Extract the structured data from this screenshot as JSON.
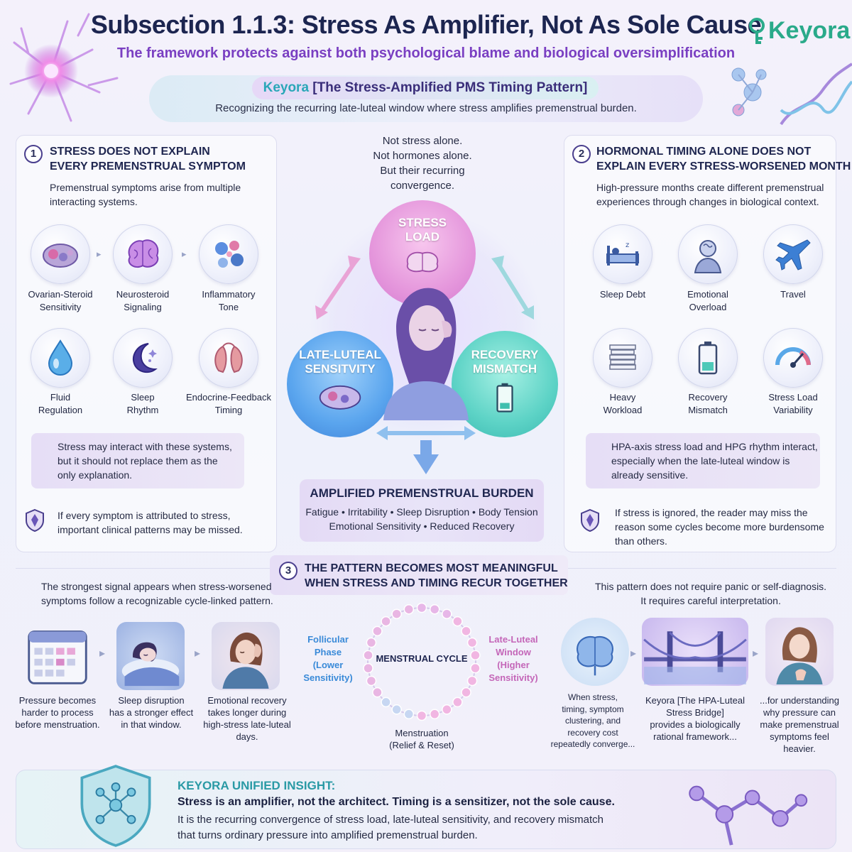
{
  "header": {
    "title": "Subsection 1.1.3: Stress As Amplifier, Not As Sole Cause",
    "subtitle": "The framework protects against both psychological blame and biological oversimplification",
    "logo_text": "Keyora",
    "pattern_keyword": "Keyora",
    "pattern_title": "[The Stress-Amplified PMS Timing Pattern]",
    "pattern_desc": "Recognizing the recurring late-luteal window where stress amplifies premenstrual burden."
  },
  "section1": {
    "num": "1",
    "title_line1": "STRESS DOES NOT EXPLAIN",
    "title_line2": "EVERY PREMENSTRUAL SYMPTOM",
    "intro_line1": "Premenstrual symptoms arise from multiple",
    "intro_line2": "interacting systems.",
    "items": [
      {
        "line1": "Ovarian-Steroid",
        "line2": "Sensitivity",
        "icon": "ovary-icon"
      },
      {
        "line1": "Neurosteroid",
        "line2": "Signaling",
        "icon": "brain-icon"
      },
      {
        "line1": "Inflammatory",
        "line2": "Tone",
        "icon": "cells-icon"
      },
      {
        "line1": "Fluid",
        "line2": "Regulation",
        "icon": "droplet-icon"
      },
      {
        "line1": "Sleep",
        "line2": "Rhythm",
        "icon": "moon-icon"
      },
      {
        "line1": "Endocrine-Feedback",
        "line2": "Timing",
        "icon": "glands-icon"
      }
    ],
    "note_line1": "Stress may interact with these systems,",
    "note_line2": "but it should not replace them as the",
    "note_line3": "only explanation.",
    "warn_line1": "If every symptom is attributed to stress,",
    "warn_line2": "important clinical patterns may be missed."
  },
  "section2": {
    "num": "2",
    "title_line1": "HORMONAL TIMING ALONE DOES NOT",
    "title_line2": "EXPLAIN EVERY STRESS-WORSENED MONTH",
    "intro_line1": "High-pressure months create different premenstrual",
    "intro_line2": "experiences through changes in biological context.",
    "items": [
      {
        "line1": "Sleep Debt",
        "line2": "",
        "icon": "bed-icon"
      },
      {
        "line1": "Emotional",
        "line2": "Overload",
        "icon": "person-overload-icon"
      },
      {
        "line1": "Travel",
        "line2": "",
        "icon": "airplane-icon"
      },
      {
        "line1": "Heavy",
        "line2": "Workload",
        "icon": "paper-stack-icon"
      },
      {
        "line1": "Recovery",
        "line2": "Mismatch",
        "icon": "battery-icon"
      },
      {
        "line1": "Stress Load",
        "line2": "Variability",
        "icon": "gauge-icon"
      }
    ],
    "note_line1": "HPA-axis stress load and HPG rhythm interact,",
    "note_line2": "especially when the late-luteal window is",
    "note_line3": "already sensitive.",
    "warn_line1": "If stress is ignored, the reader may miss the",
    "warn_line2": "reason some cycles become more burdensome",
    "warn_line3": "than others."
  },
  "center": {
    "quote_line1": "Not stress alone.",
    "quote_line2": "Not hormones alone.",
    "quote_line3": "But their recurring",
    "quote_line4": "convergence.",
    "stress_line1": "STRESS",
    "stress_line2": "LOAD",
    "late_line1": "LATE-LUTEAL",
    "late_line2": "SENSITVITY",
    "rec_line1": "RECOVERY",
    "rec_line2": "MISMATCH",
    "burden_title": "AMPLIFIED PREMENSTRUAL BURDEN",
    "burden_items1": "Fatigue • Irritability • Sleep Disruption • Body Tension",
    "burden_items2": "Emotional Sensitivity • Reduced Recovery"
  },
  "section3": {
    "num": "3",
    "title_line1": "THE PATTERN BECOMES MOST MEANINGFUL",
    "title_line2": "WHEN STRESS AND TIMING RECUR TOGETHER",
    "left_intro_line1": "The strongest signal appears when stress-worsened",
    "left_intro_line2": "symptoms follow a recognizable cycle-linked pattern.",
    "right_intro_line1": "This pattern does not require panic or self-diagnosis.",
    "right_intro_line2": "It requires careful interpretation.",
    "left_steps": [
      {
        "lines": [
          "Pressure becomes",
          "harder to process",
          "before menstruation."
        ],
        "icon": "calendar-icon"
      },
      {
        "lines": [
          "Sleep disruption",
          "has a stronger effect",
          "in that window."
        ],
        "icon": "sleeping-woman-icon"
      },
      {
        "lines": [
          "Emotional recovery",
          "takes longer during",
          "high-stress late-luteal",
          "days."
        ],
        "icon": "stressed-woman-icon"
      }
    ],
    "cycle": {
      "center_label": "MENSTRUAL CYCLE",
      "follicular": [
        "Follicular",
        "Phase",
        "(Lower",
        "Sensitivity)"
      ],
      "luteal": [
        "Late-Luteal",
        "Window",
        "(Higher",
        "Sensitivity)"
      ],
      "menstruation_line1": "Menstruation",
      "menstruation_line2": "(Relief & Reset)"
    },
    "right_steps": [
      {
        "lines": [
          "When stress,",
          "timing, symptom",
          "clustering, and",
          "recovery cost",
          "repeatedly converge..."
        ],
        "icon": "glowing-brain-icon"
      },
      {
        "lines": [
          "Keyora [The HPA-Luteal",
          "Stress Bridge]",
          "provides a biologically",
          "rational framework..."
        ],
        "icon": "bridge-icon"
      },
      {
        "lines": [
          "...for understanding",
          "why pressure can",
          "make premenstrual",
          "symptoms feel",
          "heavier."
        ],
        "icon": "calm-woman-icon"
      }
    ]
  },
  "insight": {
    "title": "KEYORA UNIFIED INSIGHT:",
    "bold": "Stress is an amplifier, not the architect. Timing is a sensitizer, not the sole cause.",
    "text_line1": "It is the recurring convergence of stress load, late-luteal sensitivity, and recovery mismatch",
    "text_line2": "that turns ordinary pressure into amplified premenstrual burden."
  },
  "colors": {
    "title": "#1c2550",
    "subtitle": "#7a3fc2",
    "accent_teal": "#2aaa8a",
    "stress_pink": "#e597dc",
    "late_blue": "#5aa5ee",
    "recovery_teal": "#5dd3c6"
  }
}
